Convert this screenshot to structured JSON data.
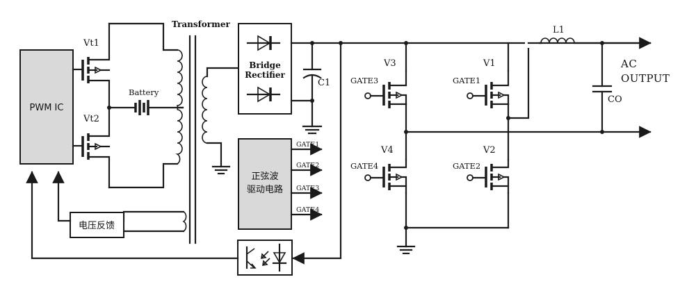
{
  "labels": {
    "pwm_ic": "PWM IC",
    "vt1": "Vt1",
    "vt2": "Vt2",
    "battery": "Battery",
    "transformer": "Transformer",
    "bridge_line1": "Bridge",
    "bridge_line2": "Rectifier",
    "c1": "C1",
    "v1": "V1",
    "v2": "V2",
    "v3": "V3",
    "v4": "V4",
    "gate1": "GATE1",
    "gate2": "GATE2",
    "gate3": "GATE3",
    "gate4": "GATE4",
    "l1": "L1",
    "co": "CO",
    "ac_line1": "AC",
    "ac_line2": "OUTPUT",
    "voltage_feedback": "电压反馈",
    "sine_driver_line1": "正弦波",
    "sine_driver_line2": "驱动电路",
    "gate_out1": "GATE1",
    "gate_out2": "GATE2",
    "gate_out3": "GATE3",
    "gate_out4": "GATE4"
  }
}
